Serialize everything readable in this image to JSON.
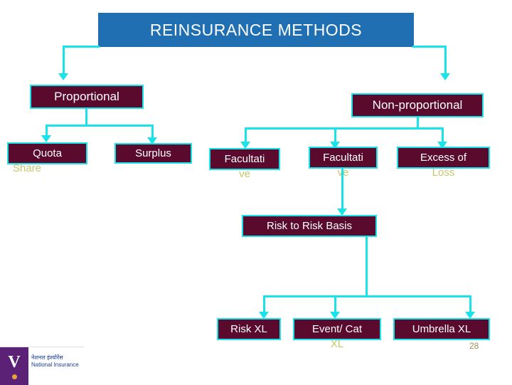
{
  "slide": {
    "title": "REINSURANCE METHODS",
    "page_number": "28",
    "colors": {
      "title_bar": "#1f6fb2",
      "node_fill": "#5a0b2d",
      "node_border": "#17e3e8",
      "connector": "#17e3e8",
      "overflow_text": "#c8c56a"
    }
  },
  "nodes": {
    "proportional": {
      "label": "Proportional"
    },
    "non_proportional": {
      "label": "Non-proportional"
    },
    "quota_share": {
      "label": "Quota",
      "overflow": "Share"
    },
    "surplus": {
      "label": "Surplus"
    },
    "facultative_left": {
      "label": "Facultati",
      "overflow": "ve"
    },
    "facultative_right": {
      "label": "Facultati",
      "overflow": "ve"
    },
    "excess_of_loss": {
      "label": "Excess of",
      "overflow": "Loss"
    },
    "risk_to_risk": {
      "label": "Risk to Risk Basis"
    },
    "risk_xl": {
      "label": "Risk XL"
    },
    "event_cat_xl": {
      "label": "Event/ Cat",
      "overflow": "XL"
    },
    "umbrella_xl": {
      "label": "Umbrella  XL"
    }
  },
  "logo": {
    "mark": "V",
    "hindi": "नेशनल इंश्योरेंस",
    "english_line1": "National Insurance"
  }
}
